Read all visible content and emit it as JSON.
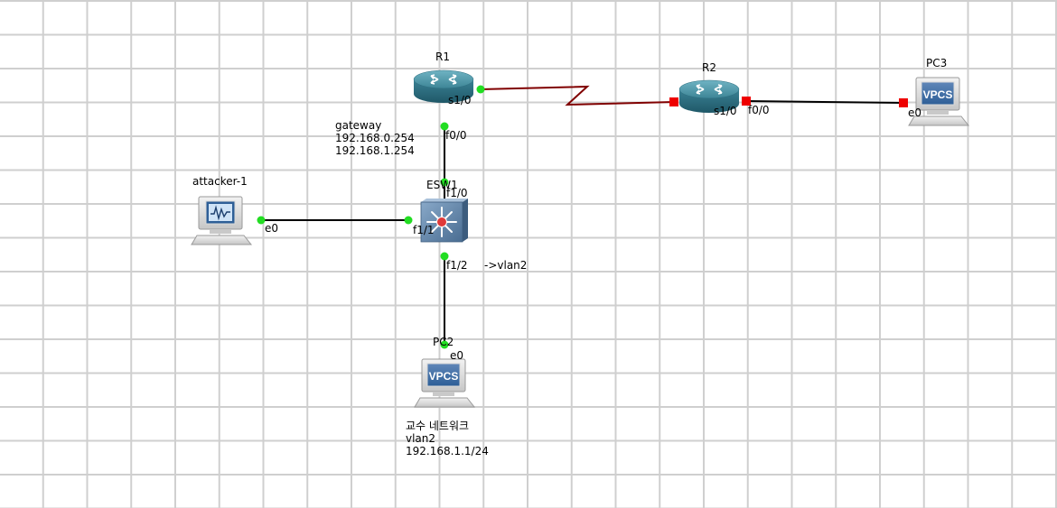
{
  "nodes": {
    "r1": {
      "name": "R1"
    },
    "r2": {
      "name": "R2"
    },
    "pc3": {
      "name": "PC3",
      "badge": "VPCS"
    },
    "esw1": {
      "name": "ESW1"
    },
    "attacker": {
      "name": "attacker-1"
    },
    "pc2": {
      "name": "PC2",
      "badge": "VPCS"
    }
  },
  "ports": {
    "r1_s10": "s1/0",
    "r1_f00": "f0/0",
    "r2_s10": "s1/0",
    "r2_f00": "f0/0",
    "pc3_e0": "e0",
    "esw1_f10": "f1/0",
    "esw1_f11": "f1/1",
    "esw1_f12": "f1/2",
    "attacker_e0": "e0",
    "pc2_e0": "e0"
  },
  "notes": {
    "gateway": [
      "gateway",
      "192.168.0.254",
      "192.168.1.254"
    ],
    "vlan_arrow": "->vlan2",
    "pc2_info": [
      "교수 네트워크",
      "vlan2",
      "192.168.1.1/24"
    ]
  },
  "links": [
    {
      "from": "R1 s1/0",
      "to": "R2 s1/0",
      "type": "serial",
      "status": "up-down"
    },
    {
      "from": "R2 f0/0",
      "to": "PC3 e0",
      "type": "ethernet",
      "status": "down"
    },
    {
      "from": "R1 f0/0",
      "to": "ESW1 f1/0",
      "type": "ethernet",
      "status": "up"
    },
    {
      "from": "attacker-1 e0",
      "to": "ESW1 f1/1",
      "type": "ethernet",
      "status": "up"
    },
    {
      "from": "ESW1 f1/2",
      "to": "PC2 e0",
      "type": "ethernet",
      "status": "up"
    }
  ],
  "colors": {
    "canvas_bg": "#ffffff",
    "grid": "#cfcfcf",
    "link": "#000000",
    "serial_link": "#800000",
    "port_up": "#22dd22",
    "port_down": "#ee0000"
  }
}
